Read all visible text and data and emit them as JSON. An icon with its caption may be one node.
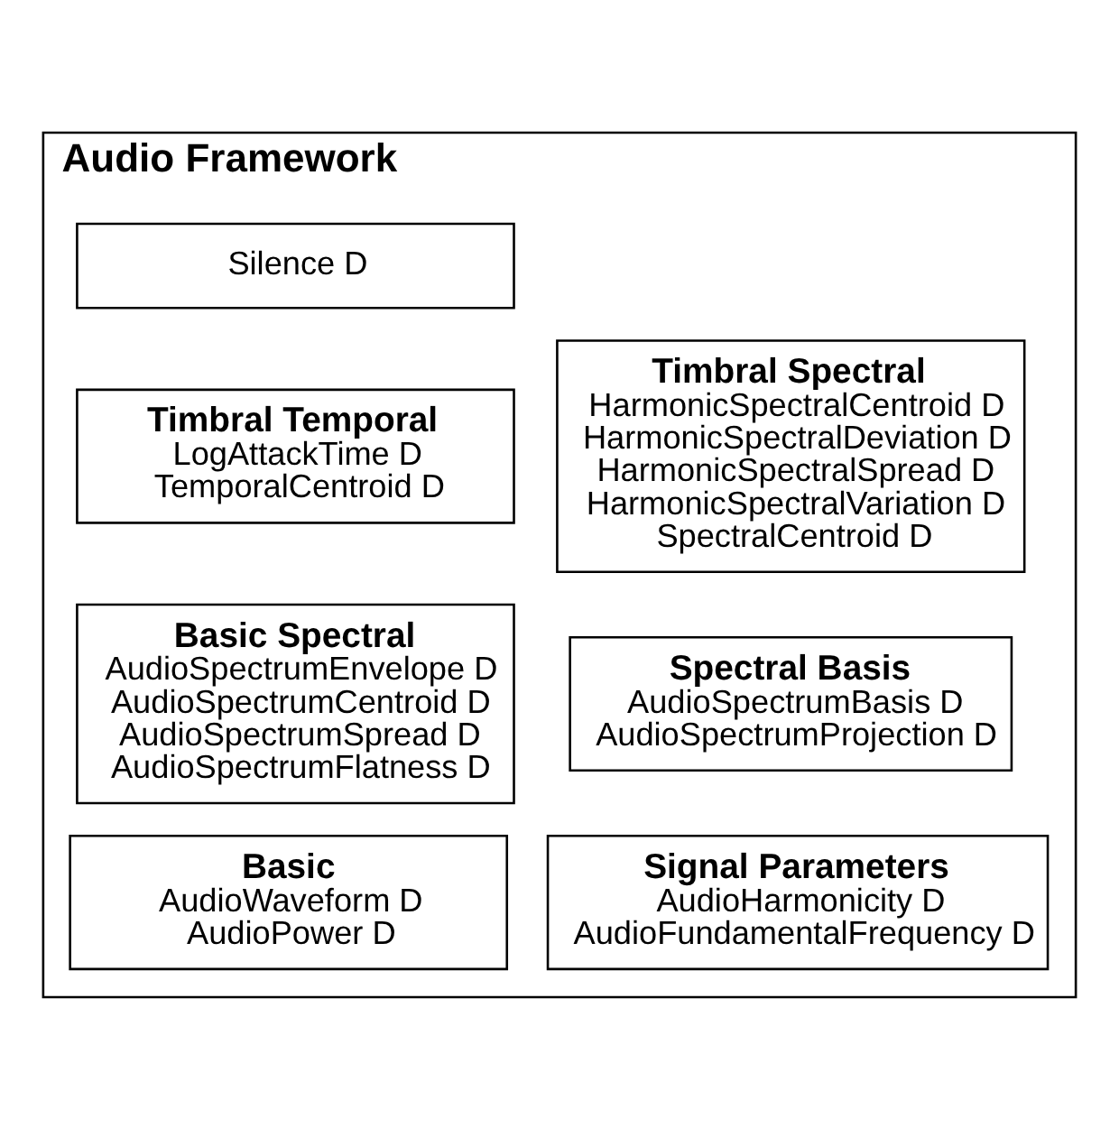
{
  "diagram": {
    "nodes": [
      {
        "text": [
          "Audio Framework"
        ]
      },
      {
        "text": [
          "Silence D"
        ],
        "in": 0
      },
      {
        "text": [
          "Timbral Temporal",
          "LogAttackTime D",
          "TemporalCentroid D"
        ],
        "in": 0
      },
      {
        "text": [
          "Timbral Spectral",
          "HarmonicSpectralCentroid D",
          "HarmonicSpectralDeviation D",
          "HarmonicSpectralSpread D",
          "HarmonicSpectralVariation D",
          "SpectralCentroid D"
        ],
        "in": 0
      },
      {
        "text": [
          "Basic Spectral",
          "AudioSpectrumEnvelope D",
          "AudioSpectrumCentroid D",
          "AudioSpectrumSpread D",
          "AudioSpectrumFlatness D"
        ],
        "in": 0
      },
      {
        "text": [
          "Spectral Basis",
          "AudioSpectrumBasis D",
          "AudioSpectrumProjection D"
        ],
        "in": 0
      },
      {
        "text": [
          "Basic",
          "AudioWaveform D",
          "AudioPower D"
        ],
        "in": 0
      },
      {
        "text": [
          "Signal Parameters",
          "AudioHarmonicity D",
          "AudioFundamentalFrequency D"
        ],
        "in": 0
      }
    ],
    "edges": []
  }
}
